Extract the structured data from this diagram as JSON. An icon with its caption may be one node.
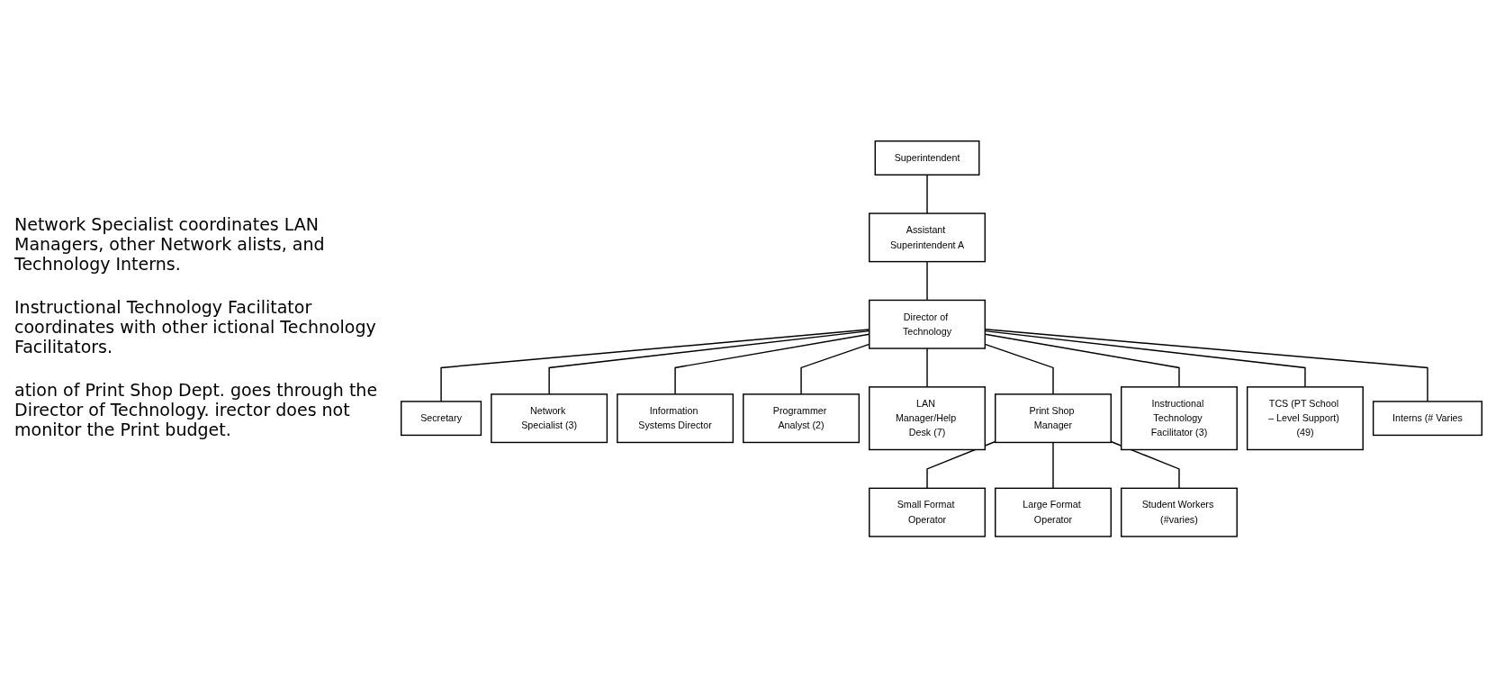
{
  "diagram": {
    "nodes": [
      {
        "text": [
          "Superintendent"
        ]
      },
      {
        "text": [
          "Assistant Superintendent A"
        ]
      },
      {
        "text": [
          "Director of Technology"
        ]
      },
      {
        "text": [
          "Secretary"
        ]
      },
      {
        "text": [
          "Network Specialist (3)"
        ]
      },
      {
        "text": [
          "Information Systems Director"
        ]
      },
      {
        "text": [
          "Programmer Analyst (2)"
        ]
      },
      {
        "text": [
          "LAN Manager/Help Desk (7)"
        ]
      },
      {
        "text": [
          "Print Shop Manager"
        ]
      },
      {
        "text": [
          "Instructional Technology Facilitator (3)"
        ]
      },
      {
        "text": [
          "TCS (PT School – Level Support) (49)"
        ]
      },
      {
        "text": [
          "Interns (# Varies"
        ]
      },
      {
        "text": [
          "Small Format Operator"
        ]
      },
      {
        "text": [
          "Large Format Operator"
        ]
      },
      {
        "text": [
          "Student Workers (#varies)"
        ]
      }
    ],
    "edges": [
      {
        "from": 0,
        "to": 1,
        "arrow": "none"
      },
      {
        "from": 1,
        "to": 2,
        "arrow": "none"
      },
      {
        "from": 2,
        "to": 3,
        "arrow": "none"
      },
      {
        "from": 2,
        "to": 4,
        "arrow": "none"
      },
      {
        "from": 2,
        "to": 5,
        "arrow": "none"
      },
      {
        "from": 2,
        "to": 6,
        "arrow": "none"
      },
      {
        "from": 2,
        "to": 7,
        "arrow": "none"
      },
      {
        "from": 2,
        "to": 8,
        "arrow": "none"
      },
      {
        "from": 2,
        "to": 9,
        "arrow": "none"
      },
      {
        "from": 2,
        "to": 10,
        "arrow": "none"
      },
      {
        "from": 2,
        "to": 11,
        "arrow": "none"
      },
      {
        "from": 8,
        "to": 12,
        "arrow": "none"
      },
      {
        "from": 8,
        "to": 13,
        "arrow": "none"
      },
      {
        "from": 8,
        "to": 14,
        "arrow": "none"
      }
    ],
    "labels": [
      "Network Specialist coordinates LAN Managers, other Network alists, and Technology Interns.",
      "Instructional Technology Facilitator coordinates with other ictional Technology Facilitators.",
      "ation of Print Shop Dept. goes through the Director of Technology. irector does not monitor the Print budget."
    ]
  }
}
